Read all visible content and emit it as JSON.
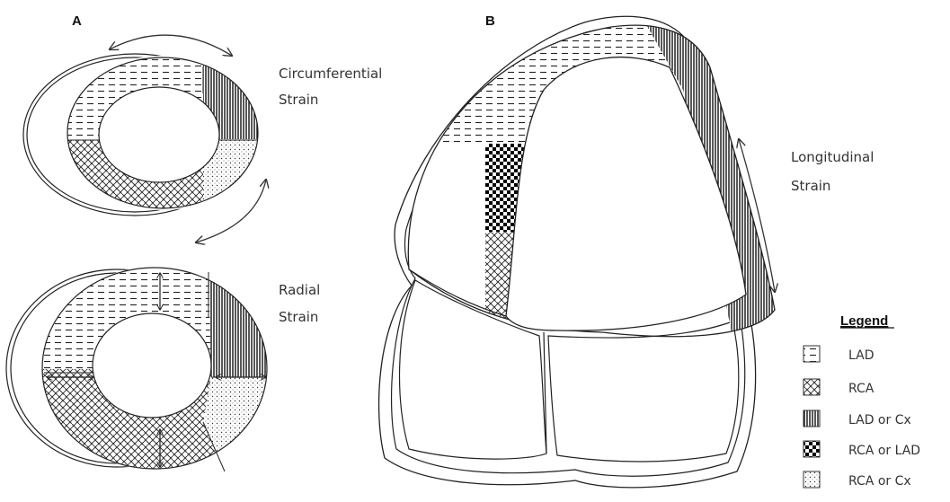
{
  "panels": {
    "a": "A",
    "b": "B"
  },
  "labels": {
    "circumferential_1": "Circumferential",
    "circumferential_2": "Strain",
    "radial_1": "Radial",
    "radial_2": "Strain",
    "longitudinal_1": "Longitudinal",
    "longitudinal_2": "Strain"
  },
  "legend": {
    "title": "Legend",
    "items": [
      {
        "label": "LAD",
        "pattern": "dashes"
      },
      {
        "label": "RCA",
        "pattern": "weave"
      },
      {
        "label": "LAD or Cx",
        "pattern": "vertical-lines"
      },
      {
        "label": "RCA or LAD",
        "pattern": "checker"
      },
      {
        "label": "RCA or Cx",
        "pattern": "dots"
      }
    ]
  }
}
